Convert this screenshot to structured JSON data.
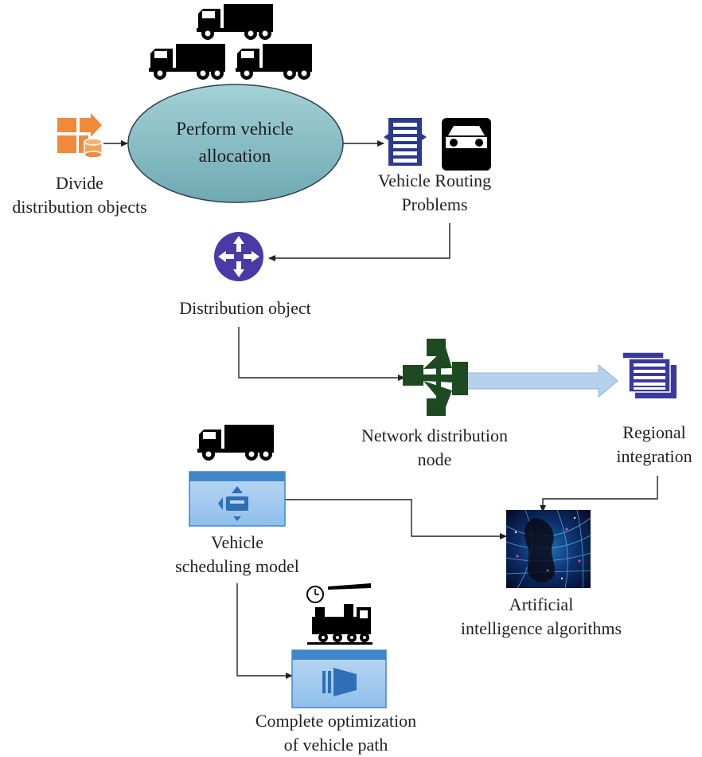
{
  "nodes": {
    "allocation": {
      "lines": [
        "Perform vehicle",
        "allocation"
      ],
      "icon": "truck-fleet-icon"
    },
    "divide": {
      "lines": [
        "Divide",
        "distribution objects"
      ],
      "icon": "database-shapes-icon"
    },
    "routing": {
      "lines": [
        "Vehicle Routing",
        "Problems"
      ],
      "icon": "truck-front-icon"
    },
    "distribution_object": {
      "lines": [
        "Distribution object"
      ],
      "icon": "router-icon"
    },
    "network_node": {
      "lines": [
        "Network distribution",
        "node"
      ],
      "icon": "network-node-icon"
    },
    "regional": {
      "lines": [
        "Regional",
        "integration"
      ],
      "icon": "stacked-lists-icon"
    },
    "scheduling": {
      "lines": [
        "Vehicle",
        "scheduling model"
      ],
      "icon": "truck-icon"
    },
    "ai": {
      "lines": [
        "Artificial",
        "intelligence algorithms"
      ],
      "icon": "ai-brain-image"
    },
    "optimization": {
      "lines": [
        "Complete optimization",
        "of vehicle path"
      ],
      "icon": "locomotive-icon"
    }
  },
  "colors": {
    "ellipse_fill": "#8bc1c8",
    "orange": "#f08a3a",
    "navy": "#3b3a9c",
    "green": "#1e4a22",
    "blue_panel": "#a8cdef",
    "blue_dark": "#3f86cc",
    "arrow": "#222222"
  }
}
